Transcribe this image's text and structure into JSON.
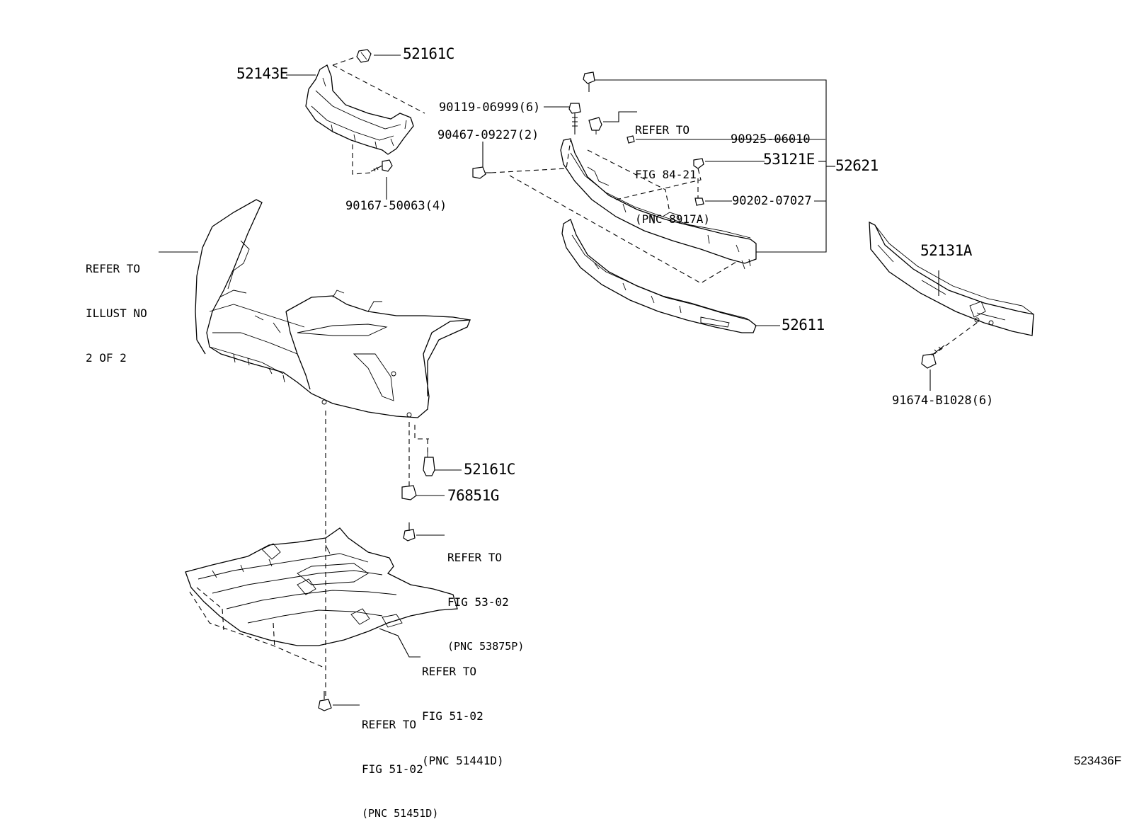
{
  "labels": {
    "p52161C_top": "52161C",
    "p52143E": "52143E",
    "p90167": "90167-50063(4)",
    "p90119": "90119-06999(6)",
    "p90467": "90467-09227(2)",
    "refer_84_21": [
      "REFER TO",
      "FIG 84-21",
      "(PNC 8917A)"
    ],
    "p90925": "90925-06010",
    "p53121E": "53121E",
    "p52621": "52621",
    "p90202": "90202-07027",
    "p52611": "52611",
    "p52131A": "52131A",
    "p91674": "91674-B1028(6)",
    "refer_illust": [
      "REFER TO",
      "ILLUST NO",
      "2 OF 2"
    ],
    "p52161C_low": "52161C",
    "p76851G": "76851G",
    "refer_53_02": [
      "REFER TO",
      "FIG 53-02",
      "(PNC 53875P)"
    ],
    "refer_51_02_a": [
      "REFER TO",
      "FIG 51-02",
      "(PNC 51441D)"
    ],
    "refer_51_02_b": [
      "REFER TO",
      "FIG 51-02",
      "(PNC 51451D)"
    ]
  },
  "illustration_id": "523436F"
}
